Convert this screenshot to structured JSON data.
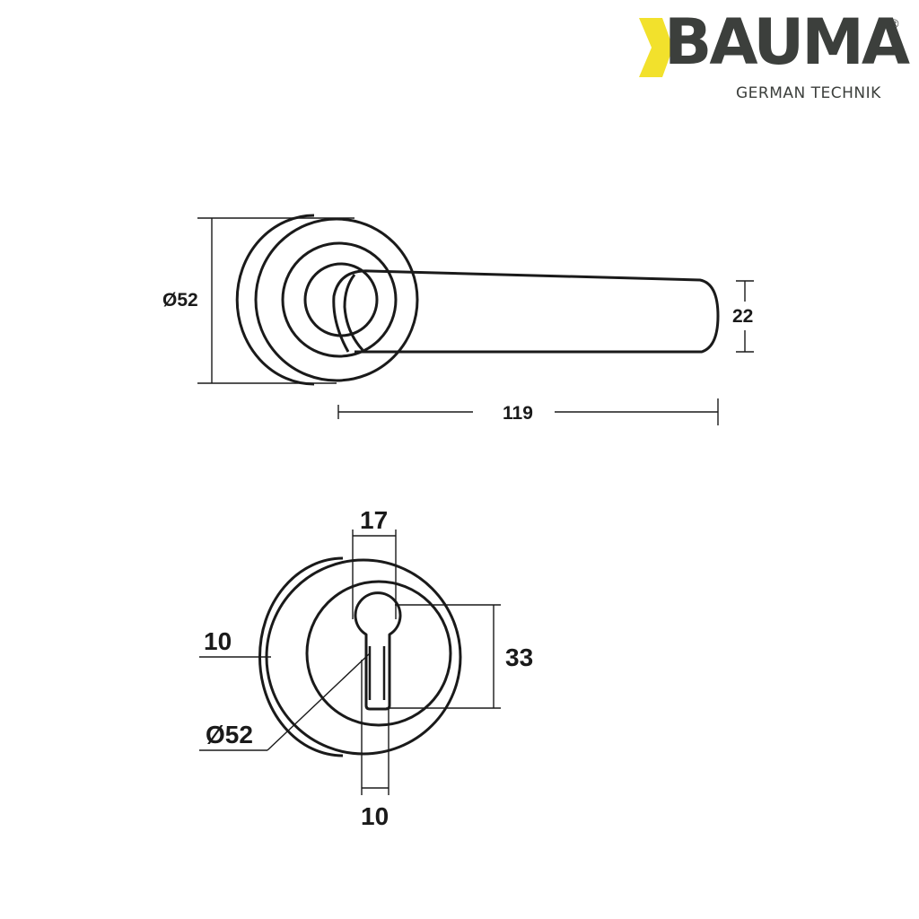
{
  "brand": {
    "name": "BAUMA",
    "tagline": "GERMAN TECHNIK",
    "registered_mark": "®",
    "colors": {
      "accent": "#f2e12c",
      "text": "#3c3f3c"
    }
  },
  "side_view": {
    "diameter_label": "Ø52",
    "height_label": "22",
    "length_label": "119"
  },
  "front_view": {
    "width_label": "17",
    "height_label": "33",
    "rose_thickness_label": "10",
    "diameter_label": "Ø52",
    "bottom_width_label": "10"
  },
  "colors": {
    "line": "#1a1a1a",
    "background": "#ffffff"
  }
}
